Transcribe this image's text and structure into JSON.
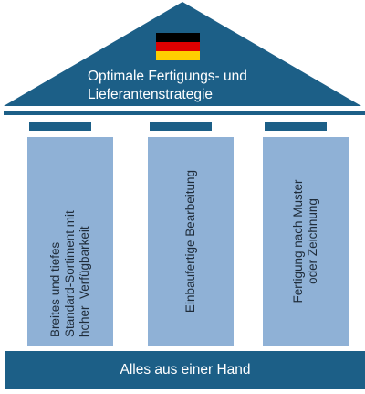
{
  "colors": {
    "navy": "#1c5f87",
    "column_blue": "#8fb1d6",
    "flag_black": "#000000",
    "flag_red": "#dd0000",
    "flag_gold": "#ffce00"
  },
  "roof": {
    "flag_icon": "germany-flag-icon",
    "title_line1": "Optimale Fertigungs- und",
    "title_line2": "Lieferantenstrategie"
  },
  "pillars": [
    {
      "lines": [
        "Breites und tiefes",
        "Standard-Sortiment mit",
        "hoher  Verfügbarkeit"
      ]
    },
    {
      "lines": [
        "Einbaufertige Bearbeitung"
      ]
    },
    {
      "lines": [
        "Fertigung nach Muster",
        "oder Zeichnung"
      ]
    }
  ],
  "base": {
    "label": "Alles aus einer Hand"
  }
}
